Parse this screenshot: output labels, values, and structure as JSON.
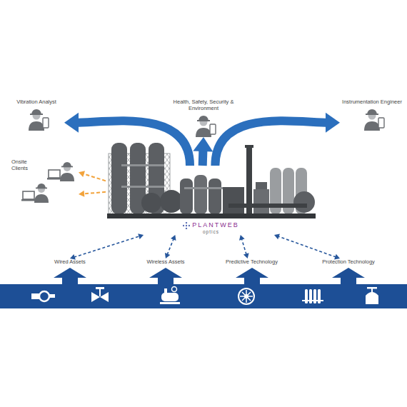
{
  "diagram": {
    "nodes": [
      {
        "text": [
          "Vibration Analyst"
        ]
      },
      {
        "text": [
          "Health, Safety, Security & Environment"
        ]
      },
      {
        "text": [
          "Instrumentation Engineer"
        ]
      },
      {
        "text": [
          "Onsite Clients"
        ]
      },
      {
        "text": [
          "PLANTWEB",
          "optics"
        ]
      },
      {
        "text": [
          "Wired Assets"
        ]
      },
      {
        "text": [
          "Wireless Assets"
        ]
      },
      {
        "text": [
          "Predictive Technology"
        ]
      },
      {
        "text": [
          "Protection Technology"
        ]
      }
    ],
    "edges": [
      {
        "from": 4,
        "to": 0,
        "arrow": "to"
      },
      {
        "from": 4,
        "to": 1,
        "arrow": "to"
      },
      {
        "from": 4,
        "to": 2,
        "arrow": "to"
      },
      {
        "from": 4,
        "to": 3,
        "arrow": "to"
      },
      {
        "from": 4,
        "to": 3,
        "arrow": "to"
      },
      {
        "from": 5,
        "to": 4,
        "arrow": "both"
      },
      {
        "from": 6,
        "to": 4,
        "arrow": "both"
      },
      {
        "from": 7,
        "to": 4,
        "arrow": "both"
      },
      {
        "from": 8,
        "to": 4,
        "arrow": "both"
      }
    ]
  }
}
